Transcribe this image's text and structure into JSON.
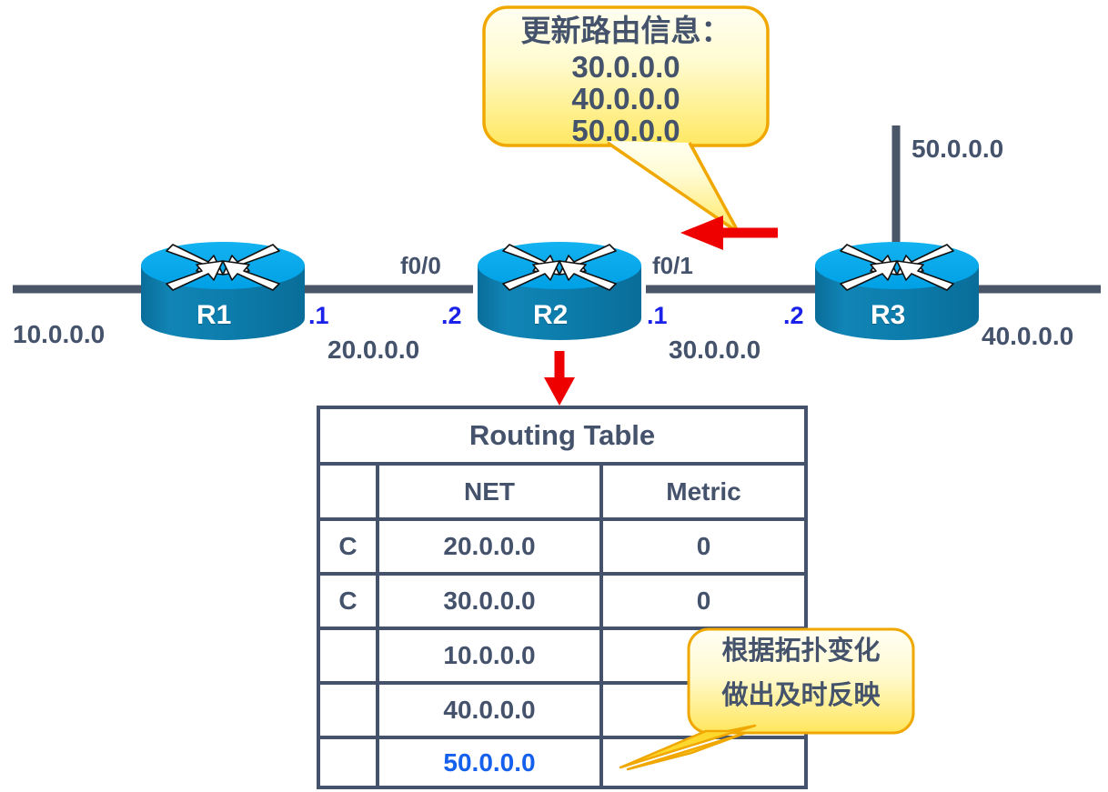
{
  "diagram": {
    "title": "RIP routing update propagation topology",
    "colors": {
      "router_top": "#00a5e8",
      "router_body": "#0e7cab",
      "link_line": "#4a5568",
      "text_slate": "#44526b",
      "ip_blue": "#1a21e8",
      "highlight_blue": "#1560ec",
      "bubble_fill_top": "#fffde6",
      "bubble_fill_bottom": "#ffe96b",
      "bubble_stroke": "#f0a800",
      "arrow_red": "#ee0000",
      "table_border": "#44526b"
    }
  },
  "routers": [
    {
      "name": "R1"
    },
    {
      "name": "R2"
    },
    {
      "name": "R3"
    }
  ],
  "networks": {
    "left_stub": "10.0.0.0",
    "r1_r2_link": "20.0.0.0",
    "r2_r3_link": "30.0.0.0",
    "right_stub": "40.0.0.0",
    "r3_top_stub": "50.0.0.0"
  },
  "interfaces": {
    "r2_left_name": "f0/0",
    "r2_right_name": "f0/1",
    "r1_right_addr": ".1",
    "r2_left_addr": ".2",
    "r2_right_addr": ".1",
    "r3_left_addr": ".2"
  },
  "callouts": {
    "update": {
      "heading": "更新路由信息：",
      "lines": [
        "30.0.0.0",
        "40.0.0.0",
        "50.0.0.0"
      ]
    },
    "note": {
      "lines": [
        "根据拓扑变化",
        "做出及时反映"
      ]
    }
  },
  "routing_table": {
    "title": "Routing Table",
    "headers": [
      "",
      "NET",
      "Metric"
    ],
    "rows": [
      {
        "code": "C",
        "net": "20.0.0.0",
        "metric": "0",
        "highlight": false
      },
      {
        "code": "C",
        "net": "30.0.0.0",
        "metric": "0",
        "highlight": false
      },
      {
        "code": "",
        "net": "10.0.0.0",
        "metric": "",
        "highlight": false
      },
      {
        "code": "",
        "net": "40.0.0.0",
        "metric": "",
        "highlight": false
      },
      {
        "code": "",
        "net": "50.0.0.0",
        "metric": "",
        "highlight": true
      }
    ]
  }
}
